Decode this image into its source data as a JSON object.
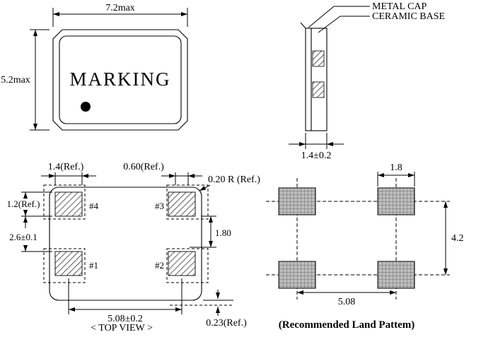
{
  "front_view": {
    "marking": "MARKING",
    "width_dim": "7.2max",
    "height_dim": "5.2max"
  },
  "side_view": {
    "metal_cap_label": "METAL CAP",
    "ceramic_base_label": "CERAMIC BASE",
    "thickness_dim": "1.4±0.2"
  },
  "top_view": {
    "caption": "< TOP VIEW >",
    "pad_labels": {
      "p1": "#1",
      "p2": "#2",
      "p3": "#3",
      "p4": "#4"
    },
    "dims": {
      "pad_width": "1.4(Ref.)",
      "edge_strip": "0.60(Ref.)",
      "corner_radius": "0.20 R (Ref.)",
      "pad_height": "1.2(Ref.)",
      "pad_gap": "2.6±0.1",
      "inner_gap": "1.80",
      "pad_pitch": "5.08±0.2",
      "edge_offset": "0.23(Ref.)"
    }
  },
  "land_pattern": {
    "caption": "(Recommended Land Pattem)",
    "dims": {
      "pad_width": "1.8",
      "row_pitch": "4.2",
      "col_pitch": "5.08"
    }
  },
  "colors": {
    "line": "#000000",
    "land_pad_fill": "#bdbdbd"
  }
}
